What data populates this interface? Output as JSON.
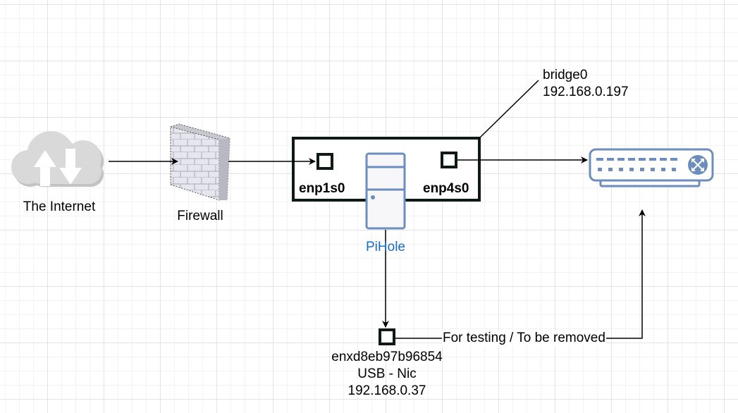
{
  "nodes": {
    "internet": {
      "label": "The Internet",
      "icon": "cloud-transfer-icon",
      "color": "#d9d9d9"
    },
    "firewall": {
      "label": "Firewall",
      "icon": "firewall-brick-icon"
    },
    "bridge": {
      "name": "bridge0",
      "ip": "192.168.0.197"
    },
    "port_in": {
      "label": "enp1s0"
    },
    "port_out": {
      "label": "enp4s0"
    },
    "pihole": {
      "label": "PiHole",
      "icon": "server-tower-icon",
      "color": "#6c8ebf"
    },
    "switch": {
      "icon": "network-switch-icon",
      "color": "#6c8ebf"
    },
    "usb_nic": {
      "name": "enxd8eb97b96854",
      "type": "USB - Nic",
      "ip": "192.168.0.37"
    }
  },
  "edges": {
    "usb_to_switch": {
      "label": "For testing / To be removed"
    }
  },
  "colors": {
    "line": "#000000",
    "icon_blue": "#6c8ebf",
    "cloud_gray": "#d9d9d9",
    "text_blue": "#1a6cc8"
  }
}
